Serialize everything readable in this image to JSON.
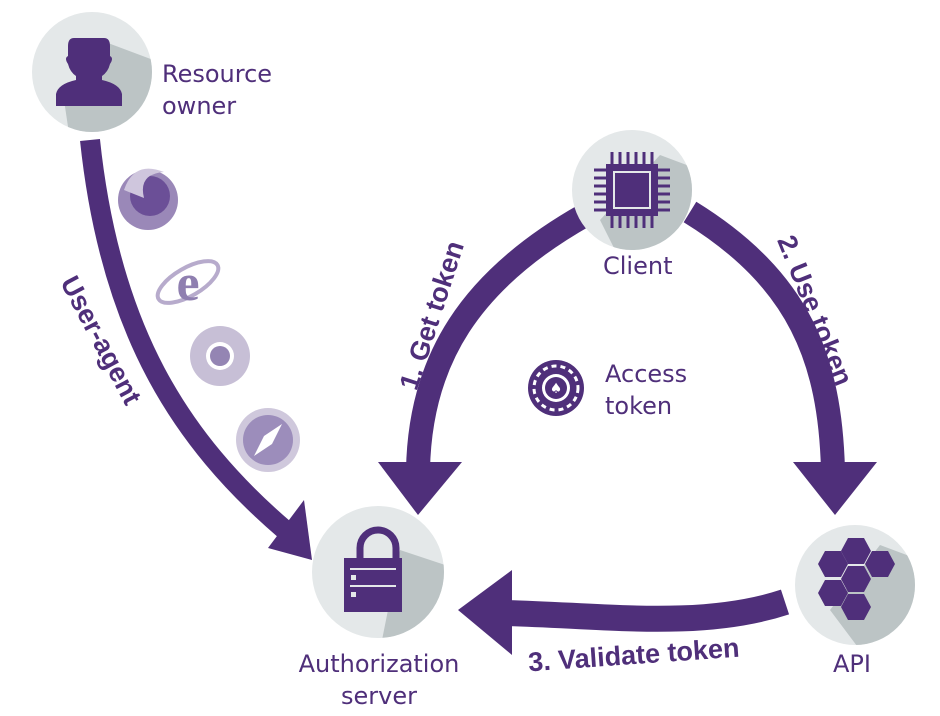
{
  "colors": {
    "accent": "#4f2f7a",
    "circle": "#e4e8e9",
    "shadow": "#bcc4c5"
  },
  "nodes": {
    "resource_owner": {
      "line1": "Resource",
      "line2": "owner",
      "icon": "person-icon"
    },
    "client": {
      "label": "Client",
      "icon": "chip-icon"
    },
    "authorization_server": {
      "line1": "Authorization",
      "line2": "server",
      "icon": "lock-icon"
    },
    "api": {
      "label": "API",
      "icon": "hexagons-icon"
    },
    "access_token": {
      "line1": "Access",
      "line2": "token",
      "icon": "token-chip-icon"
    }
  },
  "arrows": {
    "user_agent": "User-agent",
    "get_token": "1. Get token",
    "use_token": "2. Use token",
    "validate_token": "3. Validate token"
  },
  "browsers": [
    "firefox-icon",
    "internet-explorer-icon",
    "chrome-icon",
    "safari-icon"
  ]
}
